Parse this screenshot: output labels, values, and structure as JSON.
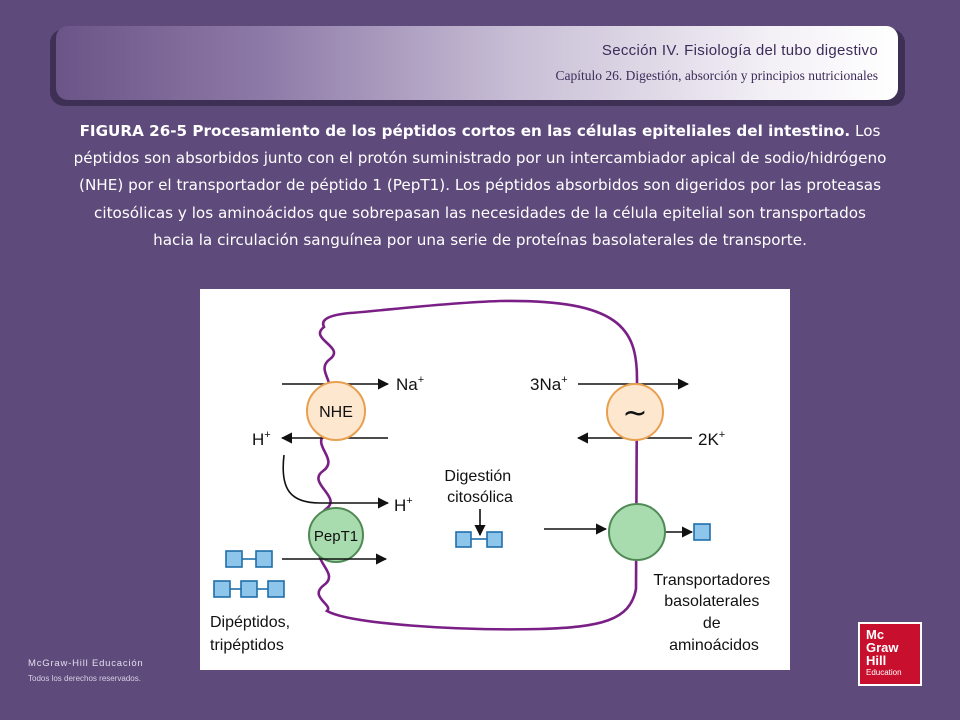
{
  "header": {
    "section": "Sección IV.  Fisiología del tubo digestivo",
    "chapter": "Capítulo 26.  Digestión, absorción y principios nutricionales"
  },
  "caption": {
    "figure_label": "FIGURA 26-5 Procesamiento de los péptidos cortos en las células epiteliales del intestino.",
    "text": " Los péptidos son absorbidos junto con el protón suministrado por un intercambiador apical de sodio/hidrógeno (NHE) por el transportador de péptido 1 (PepT1). Los péptidos absorbidos son digeridos por las proteasas citosólicas y los aminoácidos que sobrepasan las necesidades de la célula epitelial son transportados hacia la circulación sanguínea por una serie de proteínas basolaterales de transporte."
  },
  "diagram": {
    "na_out": "Na",
    "na_out_sup": "+",
    "h_left": "H",
    "h_left_sup": "+",
    "nhe": "NHE",
    "h_in": "H",
    "h_in_sup": "+",
    "pept1": "PepT1",
    "digestion": [
      "Digestión",
      "citosólica"
    ],
    "dipeptides": [
      "Dipéptidos,",
      "tripéptidos"
    ],
    "na3": "3Na",
    "na3_sup": "+",
    "k2": "2K",
    "k2_sup": "+",
    "pump_symbol": "~",
    "transporters": [
      "Transportadores",
      "basolaterales",
      "de",
      "aminoácidos"
    ]
  },
  "footer": {
    "brand": "McGraw-Hill Educación",
    "rights": "Todos los derechos reservados."
  },
  "logo": {
    "line1": "Mc",
    "line2": "Graw",
    "line3": "Hill",
    "line4": "Education"
  },
  "colors": {
    "background": "#5e4a7b",
    "membrane": "#7a1f86",
    "nhe_fill": "#fde7cf",
    "nhe_stroke": "#e8a050",
    "pept1_fill": "#a8dcae",
    "pept1_stroke": "#4f8a55",
    "amino_fill": "#8dc6ea",
    "amino_stroke": "#1f6ea8",
    "logo": "#c8102e"
  }
}
